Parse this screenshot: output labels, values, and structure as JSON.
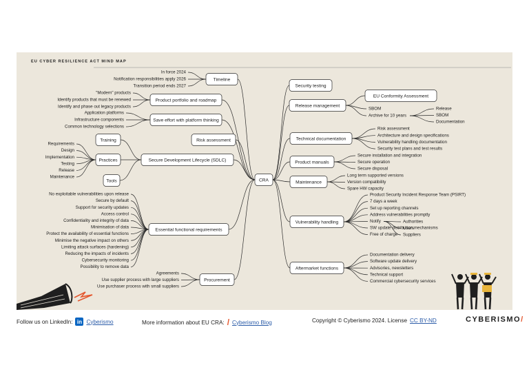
{
  "title": "EU CYBER RESILIENCE ACT MIND MAP",
  "center": "CRA",
  "left_boxes": {
    "timeline": "Timeline",
    "portfolio": "Product portfolio and roadmap",
    "platform": "Save effort with platform thinking",
    "risk": "Risk assessment",
    "sdlc": "Secure Development Lifecycle (SDLC)",
    "training": "Training",
    "practices": "Practices",
    "tools": "Tools",
    "essential": "Essential functional requirements",
    "procurement": "Procurement"
  },
  "left_leaves": {
    "timeline": [
      "In force 2024",
      "Notification responsibilities apply 2026",
      "Transition period ends 2027"
    ],
    "portfolio": [
      "\"Modern\" products",
      "Identify products that must be renewed",
      "Identify and phase out legacy products"
    ],
    "platform": [
      "Application platforms",
      "Infrastructure components",
      "Common technology selections"
    ],
    "practices": [
      "Requirements",
      "Design",
      "Implementation",
      "Testing",
      "Release",
      "Maintenance"
    ],
    "essential": [
      "No exploitable vulnerabilities upon release",
      "Secure by default",
      "Support for security updates",
      "Access control",
      "Confidentiality and integrity of data",
      "Minimisation of data",
      "Protect the availability of essential functions",
      "Minimise the negative impact on others",
      "Limiting attack surfaces (hardening)",
      "Reducing the impacts of incidents",
      "Cybersecurity monitoring",
      "Possibility to remove data"
    ],
    "procurement": [
      "Agreements",
      "Use supplier process with large suppliers",
      "Use purchaser process with small suppliers"
    ]
  },
  "right_boxes": {
    "testing": "Security testing",
    "release": "Release management",
    "conformity": "EU Conformity Assessment",
    "techdoc": "Technical documentation",
    "manuals": "Product manuals",
    "maintenance": "Maintenance",
    "vuln": "Vulnerability handling",
    "aftermarket": "Aftermarket functions"
  },
  "right_leaves": {
    "release": [
      "SBOM",
      "Archive for 10 years"
    ],
    "archive": [
      "Release",
      "SBOM",
      "Documentation"
    ],
    "techdoc": [
      "Risk assessment",
      "Architecture and design specifications",
      "Vulnerability handling documentation",
      "Security test plans and test results"
    ],
    "manuals": [
      "Secure installation and integration",
      "Secure operation",
      "Secure disposal"
    ],
    "maintenance": [
      "Long term supported versions",
      "Version compatibility",
      "Spare HW capacity"
    ],
    "vuln": [
      "Product Security Incident Response Team (PSIRT)",
      "7 days a week",
      "Set up reporting channels",
      "Address vulnerabilities promptly",
      "Notify",
      "SW update distribution mechanisms",
      "Free of charge"
    ],
    "notify": [
      "Authorities",
      "Users",
      "Suppliers"
    ],
    "aftermarket": [
      "Documentation delivery",
      "Software update delivery",
      "Advisories, newsletters",
      "Technical support",
      "Commercial cybersecurity services"
    ]
  },
  "footer": {
    "linkedin_prefix": "Follow us on LinkedIn:",
    "linkedin_link": "Cyberismo",
    "info_prefix": "More information about EU CRA:",
    "info_link": "Cyberismo Blog",
    "copyright": "Copyright © Cyberismo 2024. License",
    "license_link": "CC BY-ND",
    "brand": "CYBERISMO"
  },
  "colors": {
    "panel": "#ece7dc",
    "box_fill": "#ffffff",
    "line": "#2b2b2b",
    "accent": "#e4572e",
    "link": "#2a5ba8",
    "linkedin": "#0a66c2"
  },
  "icons": [
    "megaphone-illustration",
    "people-silhouettes-illustration",
    "linkedin-icon",
    "exclamation-icon"
  ]
}
